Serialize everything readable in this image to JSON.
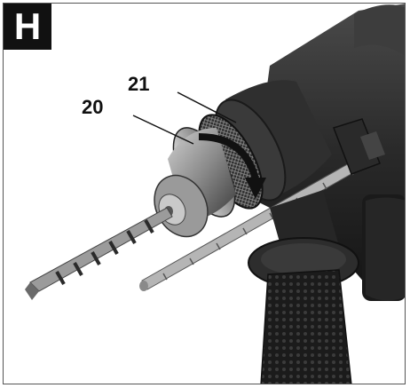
{
  "figure": {
    "panel_letter": "H",
    "callouts": [
      {
        "id": "21"
      },
      {
        "id": "20"
      }
    ],
    "colors": {
      "housing": "#2b2b2b",
      "housing_dark": "#151515",
      "metal": "#a8a8a8",
      "grip": "#1e1e1e",
      "arrow": "#111111",
      "accent": "#5a5a5a"
    }
  }
}
